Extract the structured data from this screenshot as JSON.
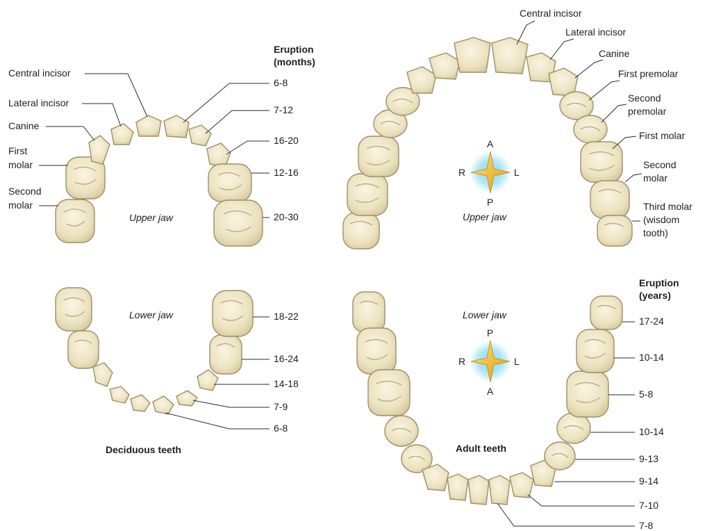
{
  "deciduous": {
    "title": "Deciduous teeth",
    "eruption_header": [
      "Eruption",
      "(months)"
    ],
    "upper_jaw": "Upper jaw",
    "lower_jaw": "Lower jaw",
    "labels": {
      "central_incisor": "Central incisor",
      "lateral_incisor": "Lateral incisor",
      "canine": "Canine",
      "first_molar": [
        "First",
        "molar"
      ],
      "second_molar": [
        "Second",
        "molar"
      ]
    },
    "upper_eruption": [
      "6-8",
      "7-12",
      "16-20",
      "12-16",
      "20-30"
    ],
    "lower_eruption": [
      "18-22",
      "16-24",
      "14-18",
      "7-9",
      "6-8"
    ]
  },
  "adult": {
    "title": "Adult teeth",
    "eruption_header": [
      "Eruption",
      "(years)"
    ],
    "upper_jaw": "Upper jaw",
    "lower_jaw": "Lower jaw",
    "labels": {
      "central_incisor": "Central incisor",
      "lateral_incisor": "Lateral incisor",
      "canine": "Canine",
      "first_premolar": "First premolar",
      "second_premolar": [
        "Second",
        "premolar"
      ],
      "first_molar": "First molar",
      "second_molar": [
        "Second",
        "molar"
      ],
      "third_molar": [
        "Third molar",
        "(wisdom",
        "tooth)"
      ]
    },
    "lower_eruption": [
      "17-24",
      "10-14",
      "5-8",
      "10-14",
      "9-13",
      "9-14",
      "7-10",
      "7-8"
    ]
  },
  "compass_upper": {
    "top": "A",
    "bottom": "P",
    "left": "R",
    "right": "L"
  },
  "compass_lower": {
    "top": "P",
    "bottom": "A",
    "left": "R",
    "right": "L"
  },
  "colors": {
    "enamel": "#efe6c6",
    "enamel_shadow": "#d9cca2",
    "leader": "#2a2a2a",
    "compass_star": "#f2b21c",
    "compass_glow": "#5fd0f2"
  }
}
